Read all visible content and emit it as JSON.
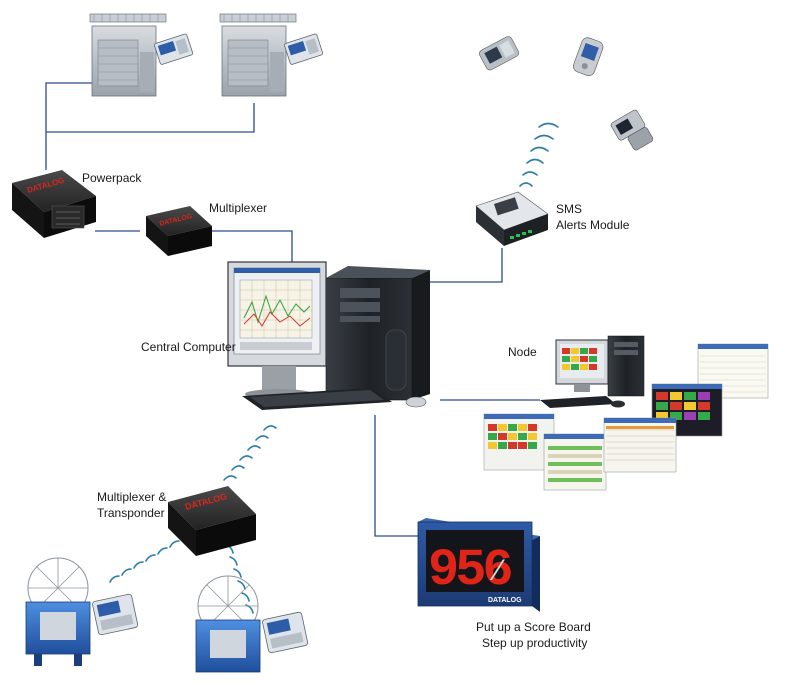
{
  "labels": {
    "powerpack": "Powerpack",
    "multiplexer": "Multiplexer",
    "sms_line1": "SMS",
    "sms_line2": "Alerts Module",
    "central_computer": "Central Computer",
    "node": "Node",
    "multiplexer_transponder_line1": "Multiplexer &",
    "multiplexer_transponder_line2": "Transponder",
    "scoreboard_line1": "Put up a Score Board",
    "scoreboard_line2": "Step up productivity"
  },
  "brand": "DATALOG",
  "scoreboard_display": "956",
  "colors": {
    "connector": "#2a4e8c",
    "wireless": "#2a7fa8",
    "box": "#151515",
    "brand_text": "#d8261c",
    "scoreboard_body": "#244a8c",
    "scoreboard_digits": "#e02418",
    "knitting_machine_blue": "#2f6fc8"
  },
  "icons": [
    "flat-knitting-machine-icon",
    "circular-knitting-machine-icon",
    "mobile-phone-icon",
    "desktop-computer-icon",
    "monitor-screenshot-icon",
    "datalog-box-icon",
    "scoreboard-icon",
    "wireless-signal-icon"
  ]
}
